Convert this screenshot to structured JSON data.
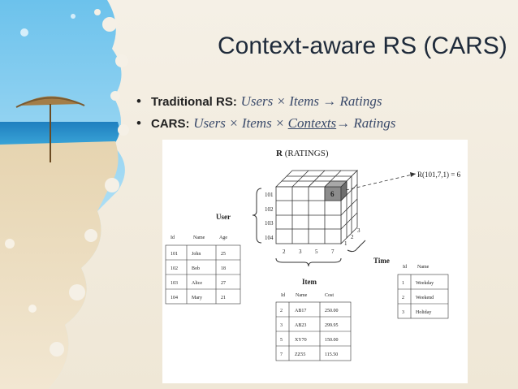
{
  "slide": {
    "title": "Context-aware RS (CARS)",
    "bullets": [
      {
        "label": "Traditional RS:",
        "formula_pre": "Users × Items ",
        "arrow": "→",
        "formula_post": " Ratings"
      },
      {
        "label": "CARS:",
        "formula_pre": "Users × Items × ",
        "underlined": "Contexts",
        "arrow": "→",
        "formula_post": " Ratings"
      }
    ]
  },
  "figure": {
    "cube_title_bold": "R",
    "cube_title_rest": " (RATINGS)",
    "highlight_value": "6",
    "annotation": "R(101,7,1) = 6",
    "user_ids": [
      "101",
      "102",
      "103",
      "104"
    ],
    "item_ids": [
      "2",
      "3",
      "5",
      "7"
    ],
    "time_ids": [
      "1",
      "2",
      "3"
    ],
    "user_table": {
      "title": "User",
      "headers": [
        "Id",
        "Name",
        "Age"
      ],
      "rows": [
        [
          "101",
          "John",
          "25"
        ],
        [
          "102",
          "Bob",
          "18"
        ],
        [
          "103",
          "Alice",
          "27"
        ],
        [
          "104",
          "Mary",
          "21"
        ]
      ]
    },
    "item_table": {
      "title": "Item",
      "headers": [
        "Id",
        "Name",
        "Cost"
      ],
      "rows": [
        [
          "2",
          "AB17",
          "250.00"
        ],
        [
          "3",
          "AB23",
          "299.95"
        ],
        [
          "5",
          "XY70",
          "150.00"
        ],
        [
          "7",
          "ZZ55",
          "115.50"
        ]
      ]
    },
    "time_table": {
      "title": "Time",
      "headers": [
        "Id",
        "Name"
      ],
      "rows": [
        [
          "1",
          "Weekday"
        ],
        [
          "2",
          "Weekend"
        ],
        [
          "3",
          "Holiday"
        ]
      ]
    }
  },
  "colors": {
    "title": "#1e2a3a",
    "formula": "#3a4a6a",
    "highlight_cell": "#8c8c8c",
    "sea": "#2a8fc8",
    "sand": "#d9c39a",
    "umbrella": "#9a7a4a"
  }
}
